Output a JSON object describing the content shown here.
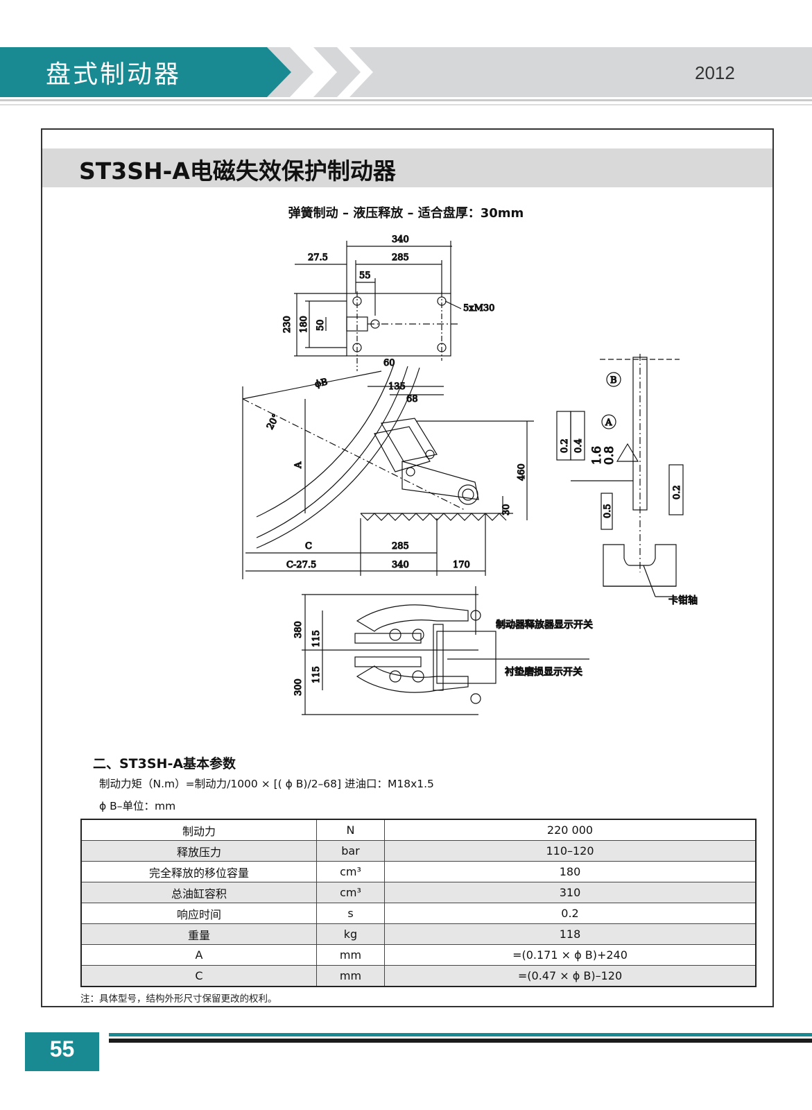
{
  "header": {
    "category_title": "盘式制动器",
    "year": "2012"
  },
  "product": {
    "title": "ST3SH-A电磁失效保护制动器",
    "subtitle": "弹簧制动 – 液压释放 – 适合盘厚：30mm"
  },
  "drawing": {
    "dimensions": {
      "d340_top": "340",
      "d27_5": "27.5",
      "d285_top": "285",
      "d55": "55",
      "bolts": "5xM30",
      "d230": "230",
      "d180": "180",
      "d50": "50",
      "d60": "60",
      "phiB": "ϕB",
      "d135": "135",
      "d68": "68",
      "angle20": "20°",
      "labelA": "A",
      "d460": "460",
      "d30": "30",
      "labelC": "C",
      "d285_bottom": "285",
      "c_minus": "C-27.5",
      "d340_bottom": "340",
      "d170": "170",
      "d380": "380",
      "d115a": "115",
      "d115b": "115",
      "d300": "300",
      "tol_02B": "0.2",
      "tol_04B": "0.4",
      "datumB": "B",
      "datumA": "A",
      "rough_16": "1.6",
      "rough_08": "0.8",
      "tol_par_02A": "0.2",
      "tol_eq_05": "0.5"
    },
    "callouts": {
      "caliper_shaft": "卡钳轴",
      "release_switch": "制动器释放器显示开关",
      "wear_switch": "衬垫磨损显示开关"
    }
  },
  "params": {
    "section_title": "二、ST3SH-A基本参数",
    "formula": "制动力矩（N.m）=制动力/1000 × [( ϕ B)/2–68]    进油口：M18x1.5",
    "unit_note": "ϕ B–单位：mm",
    "rows": [
      {
        "name": "制动力",
        "unit": "N",
        "value": "220 000"
      },
      {
        "name": "释放压力",
        "unit": "bar",
        "value": "110–120"
      },
      {
        "name": "完全释放的移位容量",
        "unit": "cm³",
        "value": "180"
      },
      {
        "name": "总油缸容积",
        "unit": "cm³",
        "value": "310"
      },
      {
        "name": "响应时间",
        "unit": "s",
        "value": "0.2"
      },
      {
        "name": "重量",
        "unit": "kg",
        "value": "118"
      },
      {
        "name": "A",
        "unit": "mm",
        "value": "=(0.171 × ϕ B)+240"
      },
      {
        "name": "C",
        "unit": "mm",
        "value": "=(0.47 × ϕ B)–120"
      }
    ],
    "footnote": "注：具体型号，结构外形尺寸保留更改的权利。"
  },
  "footer": {
    "page_number": "55"
  },
  "colors": {
    "teal": "#1a8a92",
    "header_gray": "#d6d7d9",
    "title_band": "#d9d9da"
  }
}
